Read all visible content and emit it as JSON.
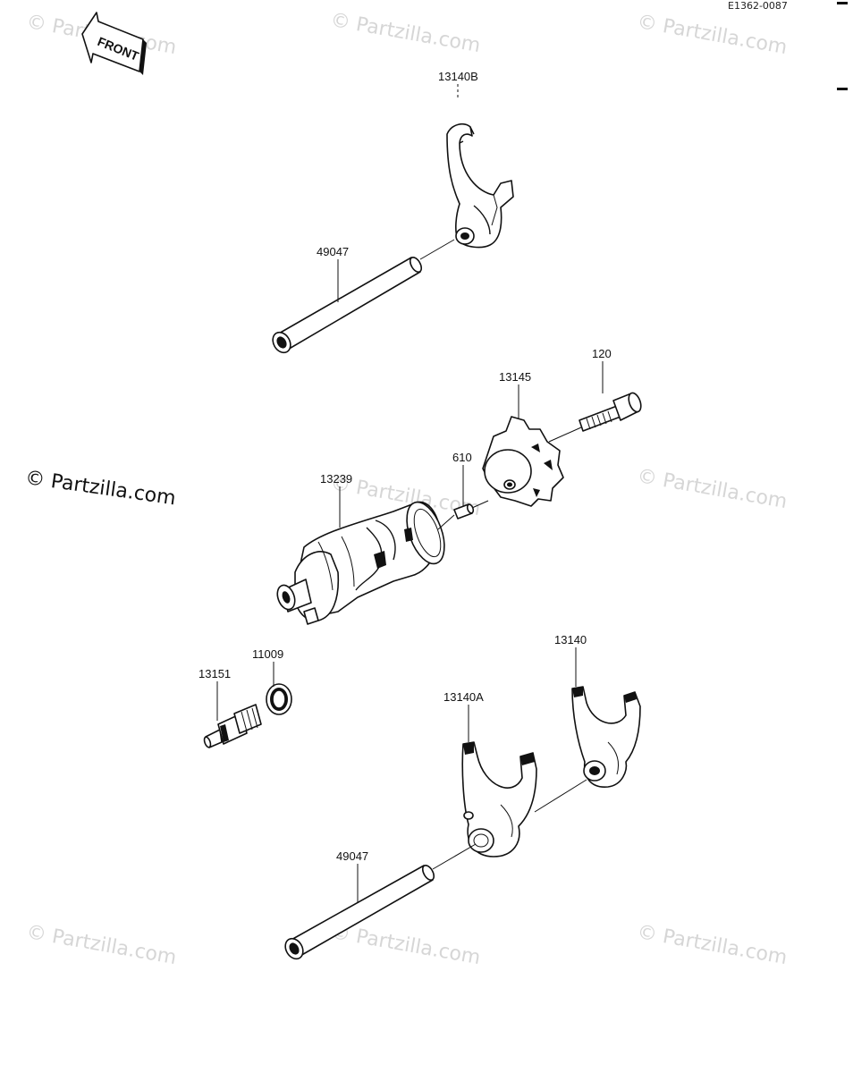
{
  "diagram_code": "E1362-0087",
  "front_arrow_label": "FRONT",
  "watermark": "© Partzilla.com",
  "watermark_symbol": "©",
  "watermark_text": "Partzilla.com",
  "callouts": {
    "fork_top": "13140B",
    "shaft_top": "49047",
    "bolt": "120",
    "star_plate": "13145",
    "pin": "610",
    "drum": "13239",
    "fork_right": "13140",
    "fork_middle": "13140A",
    "washer": "11009",
    "switch": "13151",
    "shaft_bottom": "49047"
  }
}
